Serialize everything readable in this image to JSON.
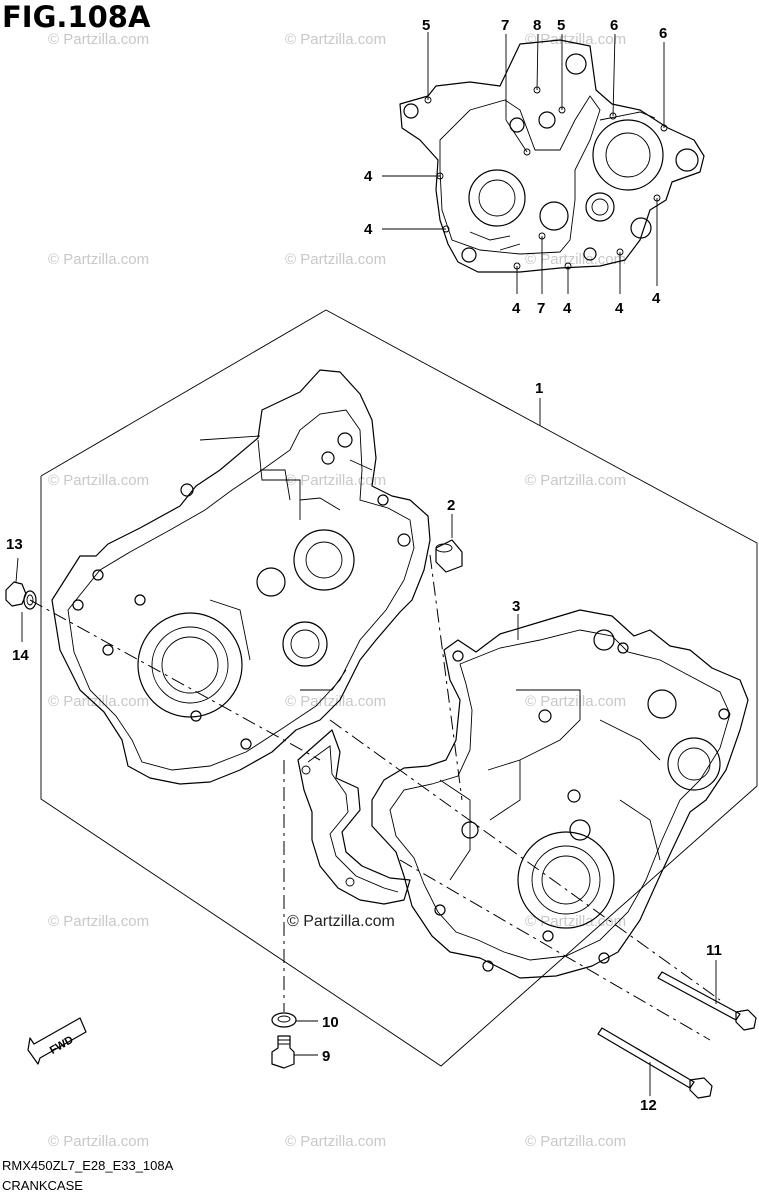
{
  "figure": {
    "title": "FIG.108A",
    "model_code": "RMX450ZL7_E28_E33_108A",
    "section_name": "CRANKCASE"
  },
  "watermarks": {
    "text": "© Partzilla.com",
    "center_text": "© Partzilla.com"
  },
  "callouts": {
    "top_5a": "5",
    "top_7a": "7",
    "top_8": "8",
    "top_5b": "5",
    "top_6a": "6",
    "top_6b": "6",
    "left_4a": "4",
    "left_4b": "4",
    "bot_4a": "4",
    "bot_7": "7",
    "bot_4b": "4",
    "bot_4c": "4",
    "bot_4d": "4",
    "c1": "1",
    "c2": "2",
    "c3": "3",
    "c13": "13",
    "c14": "14",
    "c10": "10",
    "c9": "9",
    "c11": "11",
    "c12": "12"
  },
  "icons": {
    "fwd_arrow": "FWD"
  },
  "colors": {
    "line": "#000000",
    "watermark": "#c8c8c8"
  }
}
